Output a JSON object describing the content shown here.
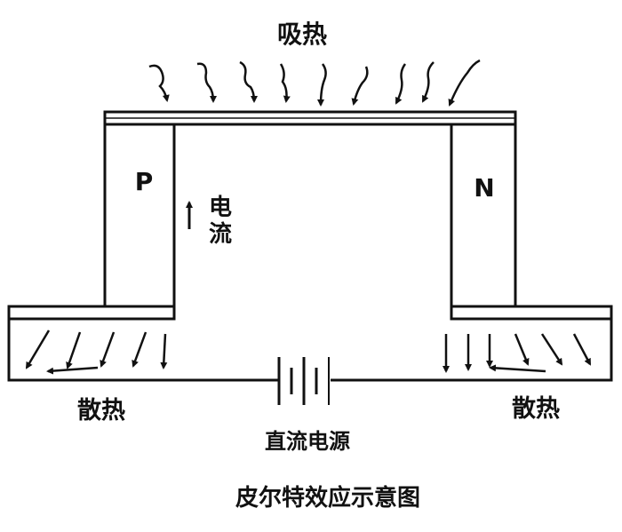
{
  "labels": {
    "absorb_heat": "吸热",
    "p_type": "P",
    "n_type": "N",
    "current_char1": "电",
    "current_char2": "流",
    "dissipate_left": "散热",
    "dissipate_right": "散热",
    "dc_source": "直流电源",
    "caption": "皮尔特效应示意图"
  },
  "colors": {
    "ink": "#111111",
    "background": "#ffffff"
  },
  "icons": {
    "heat_in_arrows": "wavy-down-arrow",
    "heat_out_arrows": "diagonal-down-arrow",
    "current_arrow": "up-arrow",
    "battery": "battery-symbol"
  }
}
